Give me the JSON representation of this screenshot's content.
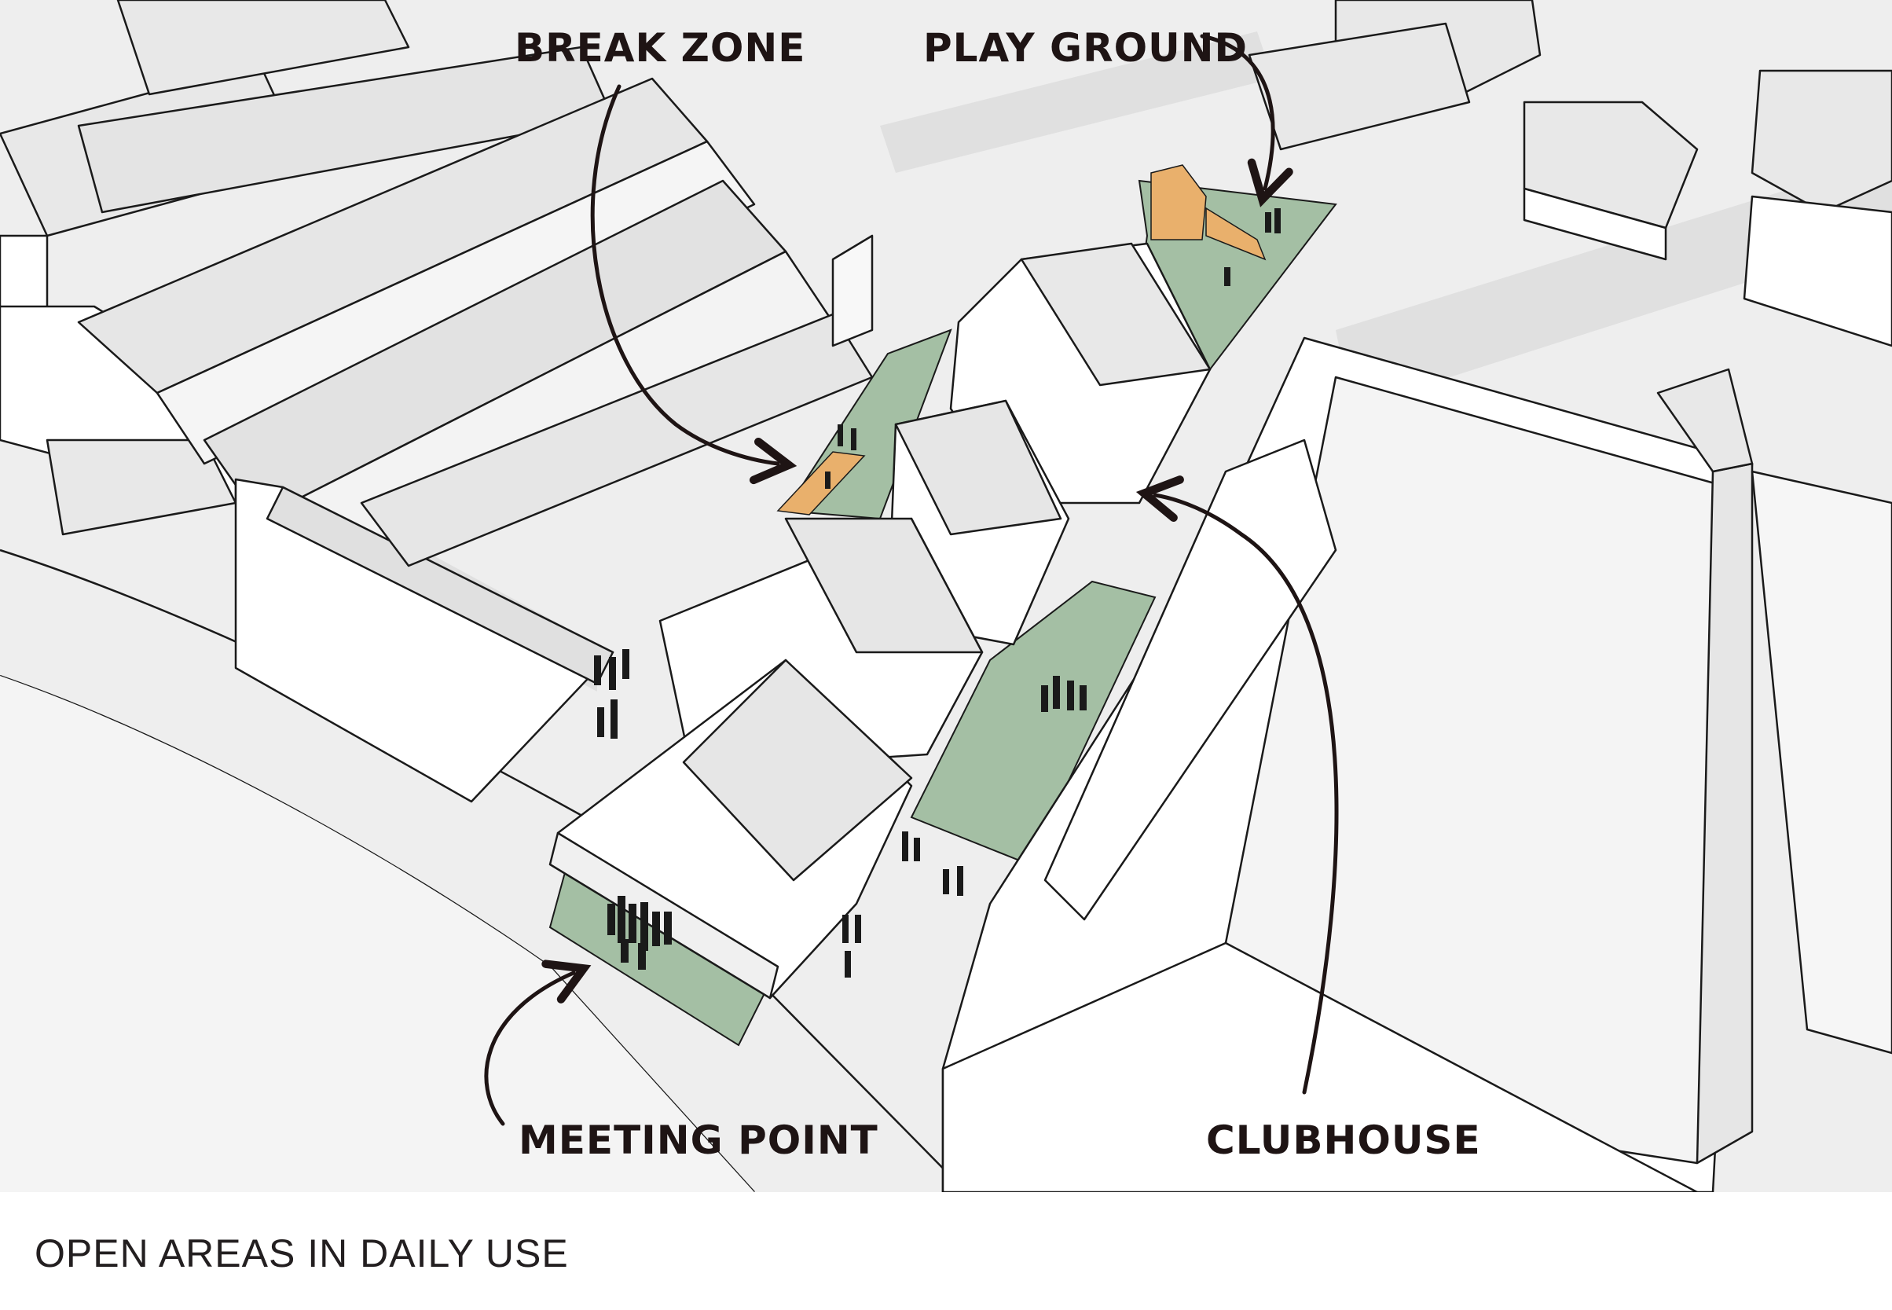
{
  "labels": {
    "break_zone": "BREAK ZONE",
    "play_ground": "PLAY GROUND",
    "meeting_point": "MEETING POINT",
    "clubhouse": "CLUBHOUSE"
  },
  "caption": "OPEN AREAS IN DAILY USE",
  "colors": {
    "open_area_green": "#a4bfa4",
    "play_structure_orange": "#e9b06c",
    "building_white": "#ffffff",
    "roof_grey": "#e8e8e8",
    "ground": "#eeeeee",
    "outline": "#1a1a1a",
    "annotation": "#1e1414"
  }
}
